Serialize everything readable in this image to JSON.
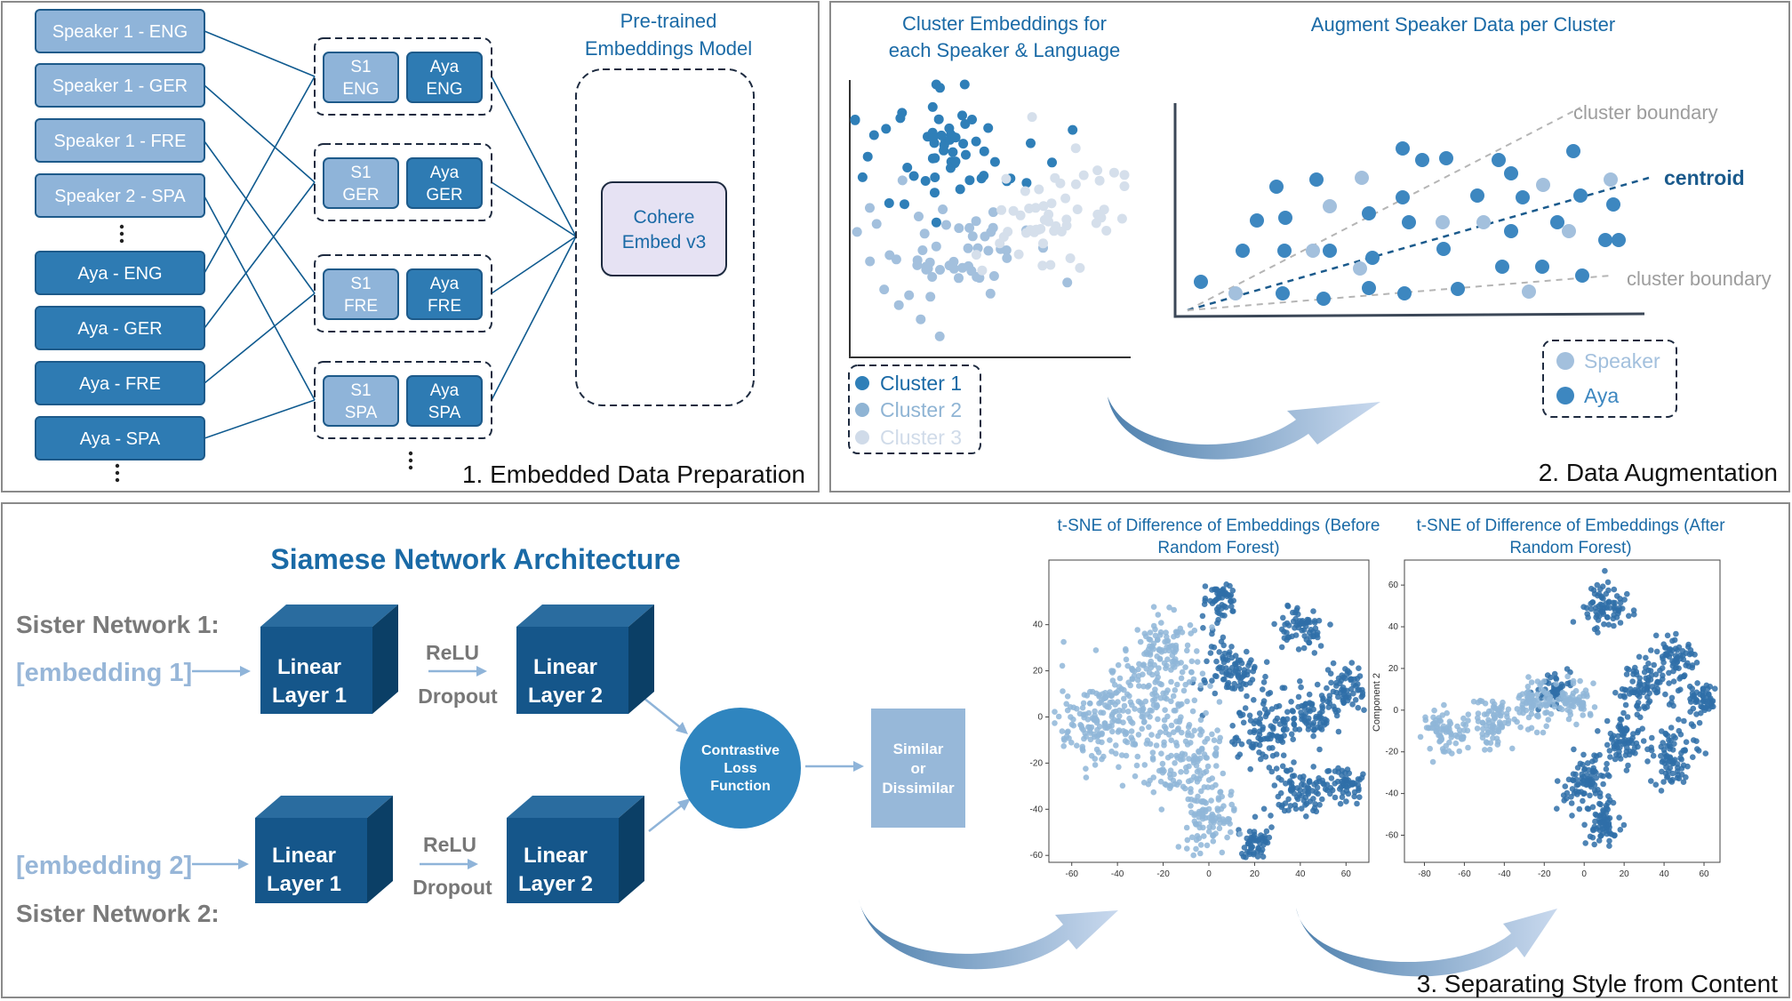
{
  "panel1": {
    "caption": "1. Embedded Data Preparation",
    "inputs": [
      "Speaker 1 - ENG",
      "Speaker 1 - GER",
      "Speaker 1 - FRE",
      "Speaker 2 - SPA",
      "Aya - ENG",
      "Aya - GER",
      "Aya - FRE",
      "Aya - SPA"
    ],
    "pairs": [
      {
        "s": "S1",
        "s_lang": "ENG",
        "a": "Aya",
        "a_lang": "ENG"
      },
      {
        "s": "S1",
        "s_lang": "GER",
        "a": "Aya",
        "a_lang": "GER"
      },
      {
        "s": "S1",
        "s_lang": "FRE",
        "a": "Aya",
        "a_lang": "FRE"
      },
      {
        "s": "S1",
        "s_lang": "SPA",
        "a": "Aya",
        "a_lang": "SPA"
      }
    ],
    "model_title_line1": "Pre-trained",
    "model_title_line2": "Embeddings Model",
    "model_name_line1": "Cohere",
    "model_name_line2": "Embed v3"
  },
  "panel2": {
    "caption": "2. Data Augmentation",
    "left_title_line1": "Cluster Embeddings for",
    "left_title_line2": "each Speaker & Language",
    "right_title": "Augment Speaker Data per Cluster",
    "cluster_legend": [
      {
        "label": "Cluster 1",
        "color": "#2f7fb8"
      },
      {
        "label": "Cluster 2",
        "color": "#8fb4d4"
      },
      {
        "label": "Cluster 3",
        "color": "#d0dbe9"
      }
    ],
    "boundary_label_top": "cluster boundary",
    "centroid_label": "centroid",
    "boundary_label_bottom": "cluster boundary",
    "speaker_legend": [
      {
        "label": "Speaker",
        "color": "#a3c0dd"
      },
      {
        "label": "Aya",
        "color": "#3d87c0"
      }
    ]
  },
  "panel3": {
    "caption": "3. Separating Style from Content",
    "title": "Siamese Network Architecture",
    "sister1": "Sister Network 1:",
    "sister2": "Sister Network 2:",
    "embedding1": "[embedding 1]",
    "embedding2": "[embedding 2]",
    "layer_word": "Linear",
    "layer1": "Layer 1",
    "layer2": "Layer 2",
    "relu": "ReLU",
    "dropout": "Dropout",
    "loss_line1": "Contrastive",
    "loss_line2": "Loss",
    "loss_line3": "Function",
    "out_line1": "Similar",
    "out_line2": "or",
    "out_line3": "Dissimilar",
    "tsne_before_title_line1": "t-SNE of Difference of Embeddings (Before",
    "tsne_before_title_line2": "Random Forest)",
    "tsne_after_title_line1": "t-SNE of Difference of Embeddings (After",
    "tsne_after_title_line2": "Random Forest)",
    "tsne_after_ylabel": "Component 2"
  },
  "chart_data": [
    {
      "type": "scatter",
      "title": "t-SNE of Difference of Embeddings (Before Random Forest)",
      "xlabel": "",
      "ylabel": "",
      "xlim": [
        -70,
        70
      ],
      "ylim": [
        -63,
        68
      ],
      "xticks": [
        -60,
        -40,
        -20,
        0,
        20,
        40,
        60
      ],
      "yticks": [
        -60,
        -40,
        -20,
        0,
        20,
        40
      ],
      "series": [
        {
          "color": "#2f6fa8",
          "clusters": [
            {
              "x": 5,
              "y": 50,
              "r": 5
            },
            {
              "x": 40,
              "y": 38,
              "r": 6
            },
            {
              "x": 60,
              "y": 12,
              "r": 6
            },
            {
              "x": 45,
              "y": 2,
              "r": 6
            },
            {
              "x": 25,
              "y": -5,
              "r": 10
            },
            {
              "x": 40,
              "y": -30,
              "r": 8
            },
            {
              "x": 20,
              "y": -55,
              "r": 5
            },
            {
              "x": 60,
              "y": -30,
              "r": 5
            },
            {
              "x": 10,
              "y": 20,
              "r": 8
            }
          ]
        },
        {
          "color": "#8fb6d8",
          "clusters": [
            {
              "x": -30,
              "y": 5,
              "r": 15
            },
            {
              "x": -50,
              "y": -5,
              "r": 10
            },
            {
              "x": -10,
              "y": -20,
              "r": 12
            },
            {
              "x": -20,
              "y": 30,
              "r": 10
            },
            {
              "x": 0,
              "y": -45,
              "r": 8
            }
          ]
        }
      ]
    },
    {
      "type": "scatter",
      "title": "t-SNE of Difference of Embeddings (After Random Forest)",
      "xlabel": "",
      "ylabel": "Component 2",
      "xlim": [
        -90,
        68
      ],
      "ylim": [
        -73,
        72
      ],
      "xticks": [
        -80,
        -60,
        -40,
        -20,
        0,
        20,
        40,
        60
      ],
      "yticks": [
        -60,
        -40,
        -20,
        0,
        20,
        40,
        60
      ],
      "series": [
        {
          "color": "#2f6fa8",
          "clusters": [
            {
              "x": 10,
              "y": 50,
              "r": 7
            },
            {
              "x": 45,
              "y": 25,
              "r": 6
            },
            {
              "x": 60,
              "y": 5,
              "r": 5
            },
            {
              "x": 30,
              "y": 10,
              "r": 8
            },
            {
              "x": 45,
              "y": -22,
              "r": 8
            },
            {
              "x": 0,
              "y": -35,
              "r": 8
            },
            {
              "x": 10,
              "y": -55,
              "r": 6
            },
            {
              "x": 20,
              "y": -15,
              "r": 6
            },
            {
              "x": -15,
              "y": 10,
              "r": 5
            }
          ]
        },
        {
          "color": "#8fb6d8",
          "clusters": [
            {
              "x": -70,
              "y": -10,
              "r": 7
            },
            {
              "x": -45,
              "y": -5,
              "r": 7
            },
            {
              "x": -25,
              "y": 3,
              "r": 7
            },
            {
              "x": -5,
              "y": 5,
              "r": 6
            }
          ]
        }
      ]
    }
  ]
}
